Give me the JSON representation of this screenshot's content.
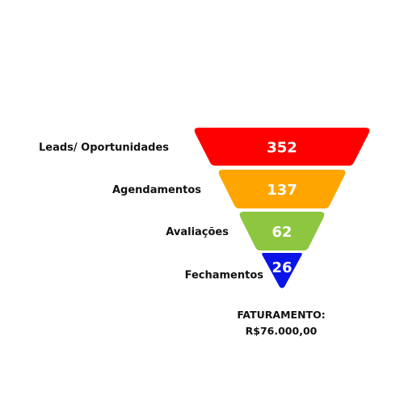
{
  "chart_data": {
    "type": "funnel",
    "stages": [
      {
        "label": "Leads/ Oportunidades",
        "value": 352,
        "color": "#ff0000"
      },
      {
        "label": "Agendamentos",
        "value": 137,
        "color": "#ffa500"
      },
      {
        "label": "Avaliações",
        "value": 62,
        "color": "#8dc63f"
      },
      {
        "label": "Fechamentos",
        "value": 26,
        "color": "#0a14e6"
      }
    ]
  },
  "revenue": {
    "label": "FATURAMENTO:",
    "value": "R$76.000,00"
  }
}
